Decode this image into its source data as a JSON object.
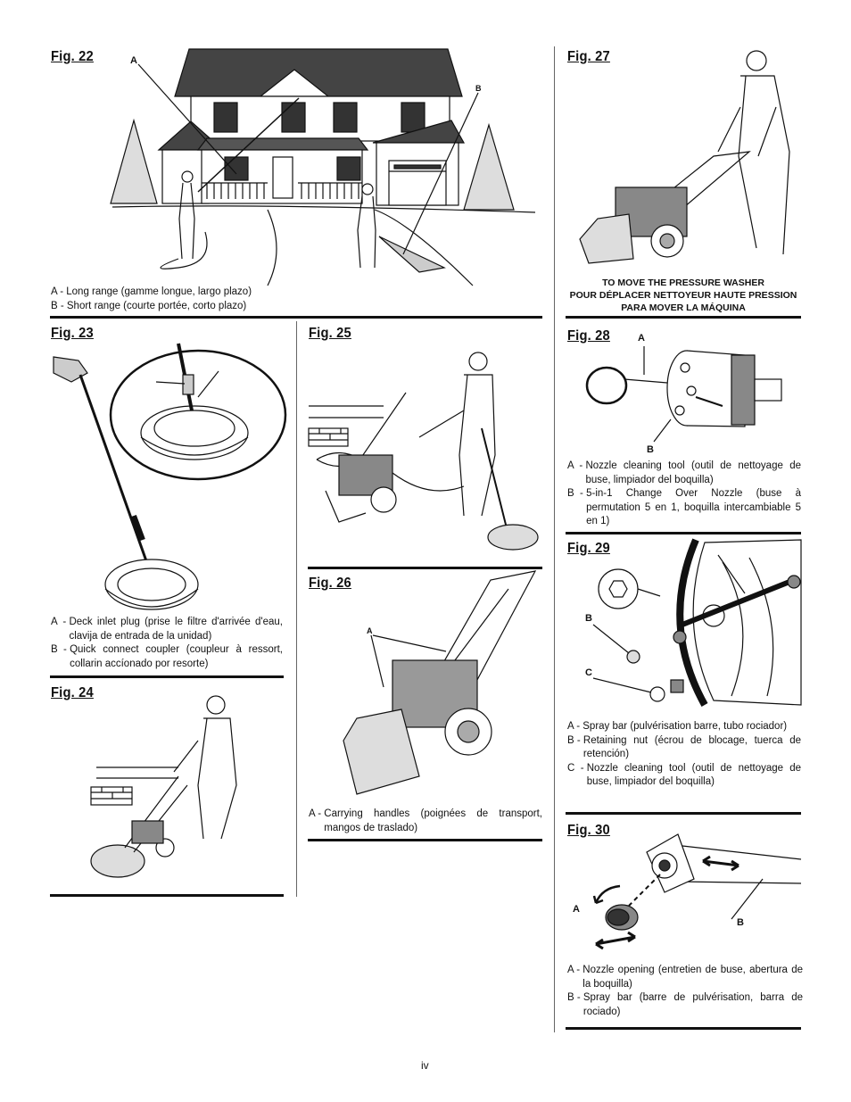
{
  "fig22": {
    "title": "Fig. 22",
    "a": "A",
    "b": "B",
    "captions": [
      "A - Long range (gamme longue, largo plazo)",
      "B - Short range (courte portée, corto plazo)"
    ]
  },
  "fig23": {
    "title": "Fig. 23",
    "a": "A",
    "b": "B",
    "captions": [
      {
        "k": "A  - ",
        "v": "Deck inlet plug (prise le filtre d'arrivée d'eau, clavija de entrada de la unidad)"
      },
      {
        "k": "B  - ",
        "v": "Quick connect coupler (coupleur à ressort, collarin accíonado por resorte)"
      }
    ]
  },
  "fig24": {
    "title": "Fig. 24"
  },
  "fig25": {
    "title": "Fig. 25"
  },
  "fig26": {
    "title": "Fig. 26",
    "a": "A",
    "captions": [
      {
        "k": "A - ",
        "v": "Carrying handles (poignées de transport, mangos de traslado)"
      }
    ]
  },
  "fig27": {
    "title": "Fig. 27",
    "caption": [
      "TO MOVE THE PRESSURE WASHER",
      "POUR DÉPLACER NETTOYEUR HAUTE PRESSION",
      "PARA MOVER LA MÁQUINA"
    ]
  },
  "fig28": {
    "title": "Fig. 28",
    "a": "A",
    "b": "B",
    "captions": [
      {
        "k": "A  - ",
        "v": "Nozzle cleaning tool (outil de nettoyage de buse, limpiador del boquilla)"
      },
      {
        "k": "B  - ",
        "v": "5-in-1 Change Over Nozzle (buse à permutation 5 en 1, boquilla intercambiable 5 en 1)"
      }
    ]
  },
  "fig29": {
    "title": "Fig. 29",
    "a": "A",
    "b": "B",
    "c": "C",
    "captions": [
      {
        "k": "A - ",
        "v": "Spray bar (pulvérisation barre, tubo rociador)"
      },
      {
        "k": "B - ",
        "v": "Retaining nut (écrou de blocage, tuerca de retención)"
      },
      {
        "k": "C  - ",
        "v": "Nozzle cleaning tool (outil de nettoyage de buse, limpiador del boquilla)"
      }
    ]
  },
  "fig30": {
    "title": "Fig. 30",
    "a": "A",
    "b": "B",
    "captions": [
      {
        "k": "A - ",
        "v": "Nozzle opening (entretien de buse, abertura de la boquilla)"
      },
      {
        "k": "B - ",
        "v": "Spray bar (barre de pulvérisation, barra de rociado)"
      }
    ]
  },
  "page": {
    "number": "iv"
  }
}
